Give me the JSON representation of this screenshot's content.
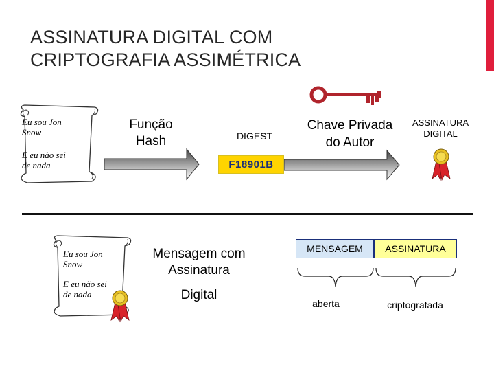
{
  "title": {
    "line1": "ASSINATURA DIGITAL COM",
    "line2": "CRIPTOGRAFIA ASSIMÉTRICA"
  },
  "colors": {
    "accent": "#e01e3c",
    "key": "#b0242c",
    "arrow_top": "#444444",
    "arrow_bottom": "#ffffff",
    "digest_bg": "#ffd400",
    "digest_text": "#1a2f7a",
    "message_box_bg": "#d6e6f6",
    "signature_box_bg": "#ffff99",
    "box_border": "#1a2f7a"
  },
  "top_scroll": {
    "line1": "Eu sou Jon",
    "line2": "Snow",
    "line3": "E eu não sei",
    "line4": "de nada"
  },
  "hash_label": {
    "line1": "Função",
    "line2": "Hash"
  },
  "digest_label": "DIGEST",
  "digest_value": "F18901B",
  "key_label": {
    "line1": "Chave Privada",
    "line2": "do Autor"
  },
  "key_icon": "key-icon",
  "signature_label": {
    "line1": "ASSINATURA",
    "line2": "DIGITAL"
  },
  "seal_icon": "ribbon-seal-icon",
  "bottom_scroll": {
    "line1": "Eu sou Jon",
    "line2": "Snow",
    "line3": "E eu não sei",
    "line4": "de nada"
  },
  "signed_message_label": {
    "line1": "Mensagem com",
    "line2": "Assinatura",
    "line3": "Digital"
  },
  "message_box": "MENSAGEM",
  "signature_box": "ASSINATURA",
  "open_label": "aberta",
  "encrypted_label": "criptografada"
}
